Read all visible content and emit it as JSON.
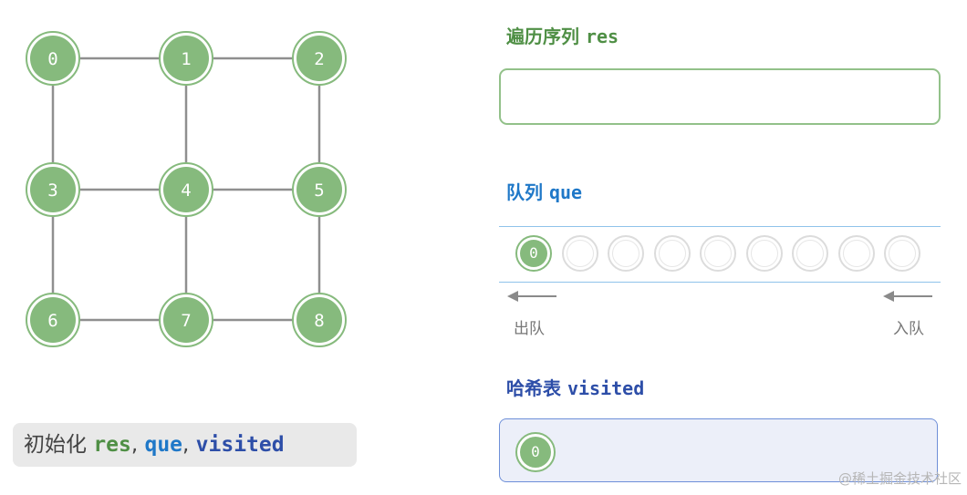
{
  "graph": {
    "nodes": [
      "0",
      "1",
      "2",
      "3",
      "4",
      "5",
      "6",
      "7",
      "8"
    ],
    "edges": [
      [
        "0",
        "1"
      ],
      [
        "1",
        "2"
      ],
      [
        "3",
        "4"
      ],
      [
        "4",
        "5"
      ],
      [
        "6",
        "7"
      ],
      [
        "7",
        "8"
      ],
      [
        "0",
        "3"
      ],
      [
        "3",
        "6"
      ],
      [
        "1",
        "4"
      ],
      [
        "4",
        "7"
      ],
      [
        "2",
        "5"
      ],
      [
        "5",
        "8"
      ]
    ]
  },
  "res": {
    "title_prefix": "遍历序列",
    "title_code": "res",
    "items": []
  },
  "queue": {
    "title_prefix": "队列",
    "title_code": "que",
    "items": [
      "0"
    ],
    "capacity": 9,
    "dequeue_label": "出队",
    "enqueue_label": "入队"
  },
  "visited": {
    "title_prefix": "哈希表",
    "title_code": "visited",
    "items": [
      "0"
    ]
  },
  "caption": {
    "prefix": "初始化",
    "res": "res",
    "sep1": ",",
    "que": "que",
    "sep2": ",",
    "visited": "visited"
  },
  "watermark": "@稀土掘金技术社区",
  "colors": {
    "node": "#86ba7d",
    "res_title": "#4f8f45",
    "queue_title": "#1f78c8",
    "visited_title": "#2d4ea8",
    "queue_border": "#8fc3ea",
    "visited_border": "#6e8fd8"
  }
}
